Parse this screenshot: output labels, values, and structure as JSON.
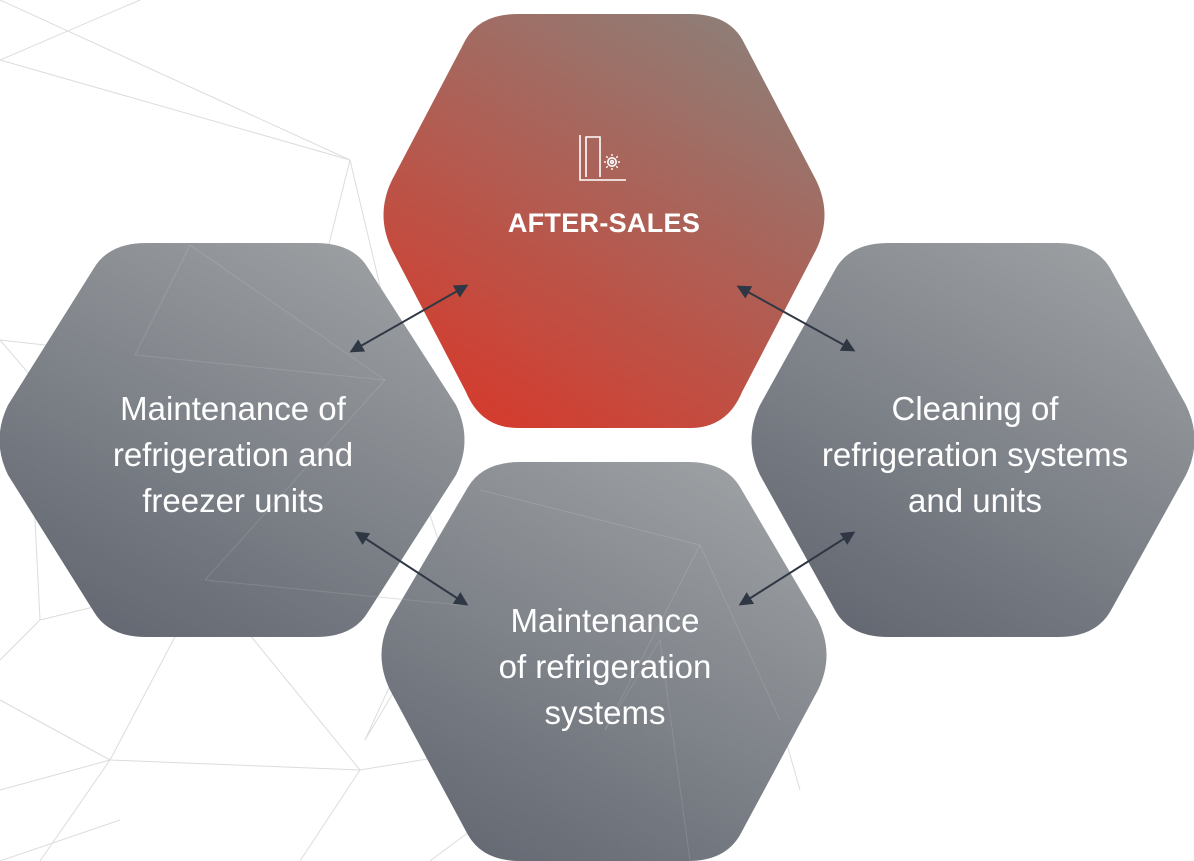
{
  "center_node": {
    "title": "AFTER-SALES",
    "icon": "column-gear-icon",
    "gradient": [
      "#d63a2c",
      "#8d7f78"
    ]
  },
  "nodes": {
    "left": [
      "Maintenance of",
      "refrigeration and",
      "freezer units"
    ],
    "right": [
      "Cleaning of",
      "refrigeration systems",
      "and units"
    ],
    "bottom": [
      "Maintenance",
      "of refrigeration",
      "systems"
    ]
  },
  "colors": {
    "node_dark": "#606570",
    "node_light": "#9a9ea1",
    "arrow": "#2f3744",
    "mesh": "#d9d9d9"
  }
}
